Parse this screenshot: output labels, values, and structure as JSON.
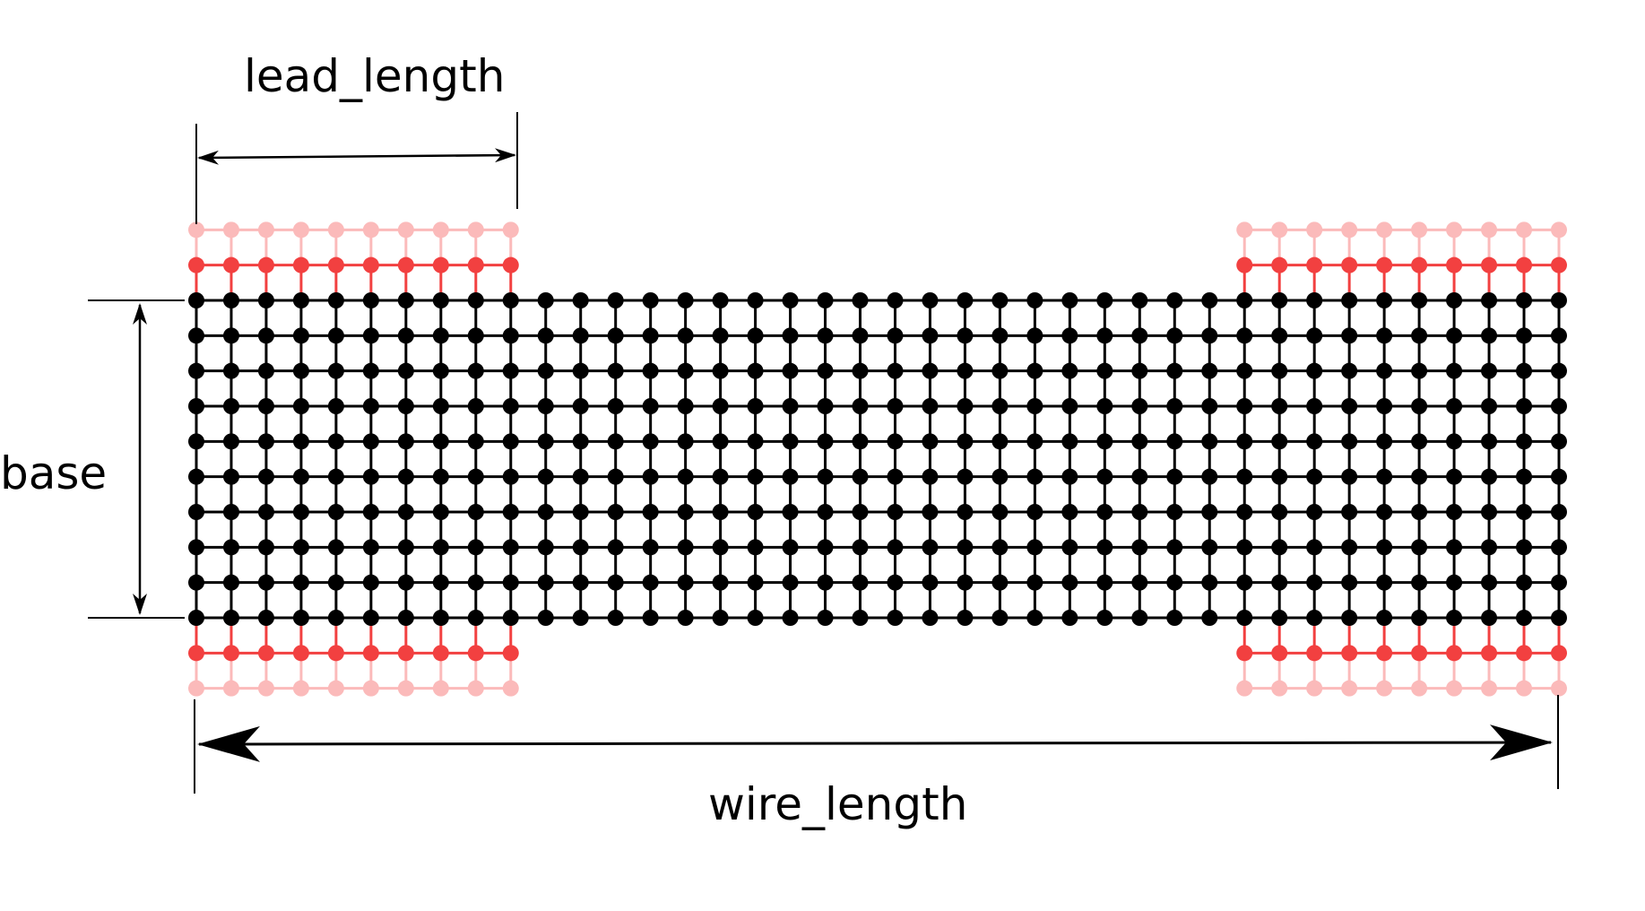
{
  "labels": {
    "lead_length": "lead_length",
    "base": "base",
    "wire_length": "wire_length"
  },
  "lattice": {
    "wire_columns": 40,
    "wire_rows": 10,
    "lead_columns": 10,
    "lead_extra_rows_each_side": 2
  },
  "colors": {
    "wire_atom": "#000000",
    "lead_atom_inner": "#f24040",
    "lead_atom_outer": "#fbbaba",
    "dimension_line": "#000000"
  }
}
